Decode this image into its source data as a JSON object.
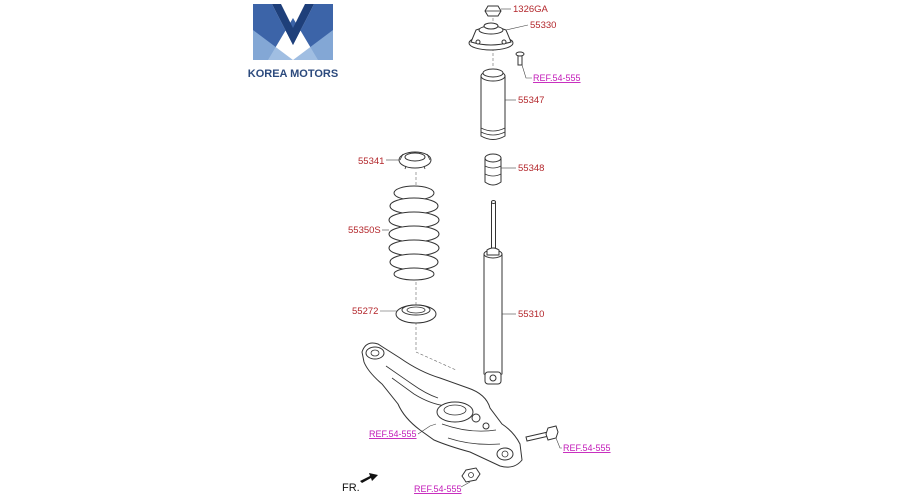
{
  "brand": {
    "name": "KOREA MOTORS"
  },
  "parts": {
    "p1326GA": "1326GA",
    "p55330": "55330",
    "p55347": "55347",
    "p55348": "55348",
    "p55341": "55341",
    "p55350S": "55350S",
    "p55272": "55272",
    "p55310": "55310"
  },
  "refs": {
    "ref_top": "REF.54-555",
    "ref_arm": "REF.54-555",
    "ref_bolt": "REF.54-555",
    "ref_bottom": "REF.54-555"
  },
  "direction": {
    "label": "FR."
  },
  "colors": {
    "part_number": "#b3262b",
    "reference": "#c21ab8",
    "brand": "#2c4a7d"
  }
}
